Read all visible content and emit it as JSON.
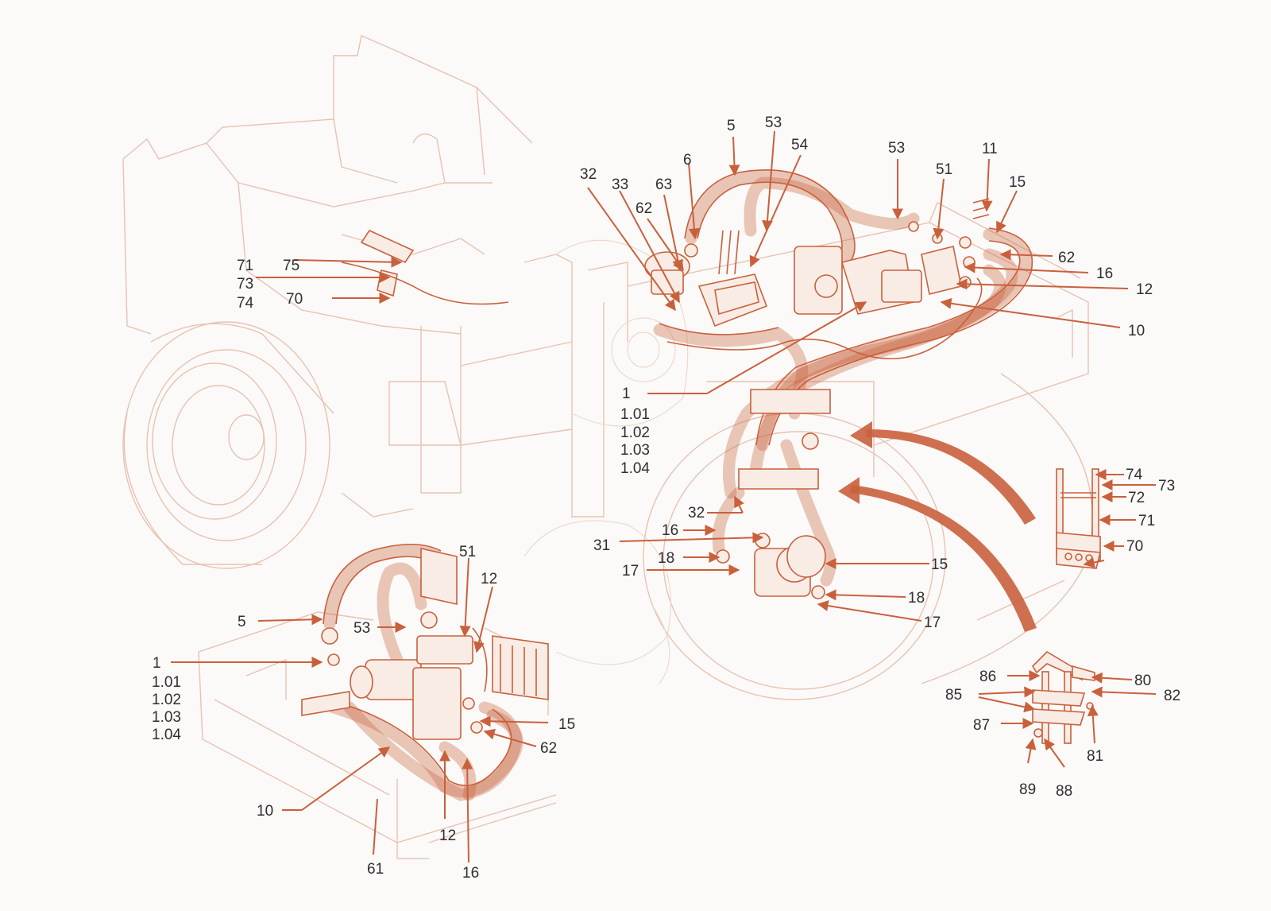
{
  "colors": {
    "accent": "#c9603c",
    "ghost": "#e8c2b2",
    "background": "#fbfaf8",
    "text": "#2f2f2f"
  },
  "labels": {
    "l_71a": "71",
    "l_75": "75",
    "l_73a": "73",
    "l_74a": "74",
    "l_70a": "70",
    "l_32a": "32",
    "l_33": "33",
    "l_62a": "62",
    "l_63": "63",
    "l_6": "6",
    "l_5a": "5",
    "l_53a": "53",
    "l_54": "54",
    "l_53b": "53",
    "l_51a": "51",
    "l_11": "11",
    "l_15a": "15",
    "l_62b": "62",
    "l_16a": "16",
    "l_12a": "12",
    "l_10a": "10",
    "l_1a": "1",
    "l_101a": "1.01",
    "l_102a": "1.02",
    "l_103a": "1.03",
    "l_104a": "1.04",
    "l_32b": "32",
    "l_16b": "16",
    "l_31": "31",
    "l_18a": "18",
    "l_17a": "17",
    "l_15b": "15",
    "l_18b": "18",
    "l_17b": "17",
    "l_74b": "74",
    "l_73b": "73",
    "l_72": "72",
    "l_71b": "71",
    "l_70b": "70",
    "l_86": "86",
    "l_85": "85",
    "l_87": "87",
    "l_89": "89",
    "l_88": "88",
    "l_80": "80",
    "l_82": "82",
    "l_81": "81",
    "l_51b": "51",
    "l_12b": "12",
    "l_5b": "5",
    "l_53c": "53",
    "l_1b": "1",
    "l_101b": "1.01",
    "l_102b": "1.02",
    "l_103b": "1.03",
    "l_104b": "1.04",
    "l_15c": "15",
    "l_62c": "62",
    "l_10b": "10",
    "l_12c": "12",
    "l_61": "61",
    "l_16c": "16"
  }
}
